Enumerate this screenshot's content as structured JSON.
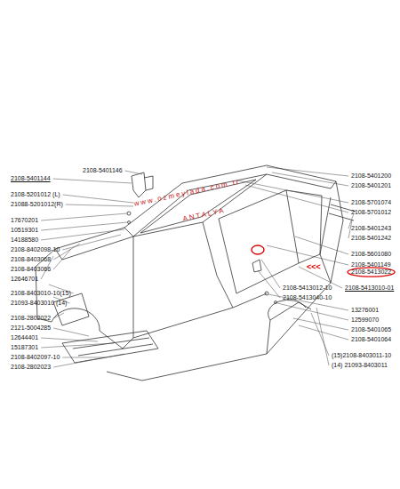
{
  "diagram": {
    "nodes": [
      {
        "text": [
          "2108-5413022"
        ]
      }
    ],
    "labels": [
      "2108-5401144",
      "2108-5401146",
      "2108-5201012 (L)",
      "21088-5201012(R)",
      "17670201",
      "10519301",
      "14188580",
      "2108-8402098-10",
      "2108-8403068",
      "2108-8403066",
      "12646701",
      "2108-8403010-10(15)",
      "21093-8403010  (14)",
      "2108-2802022",
      "2121-5004285",
      "12644401",
      "15187301",
      "2108-8402097-10",
      "2108-2802023",
      "2108-5401200",
      "2108-5401201",
      "2108-5701074",
      "2108-5701012",
      "2108-5401243",
      "2108-5401242",
      "2108-5601080",
      "2108-5401149",
      "2108-5413012-10",
      "2108-5413010-01",
      "2108-5413040-10",
      "13276001",
      "12599070",
      "2108-5401065",
      "2108-5401064",
      "(15)2108-8403011-10",
      "(14)   21093-8403011",
      "<<<",
      "www.ozmeylada.com.tr",
      "ANTALYA"
    ]
  }
}
